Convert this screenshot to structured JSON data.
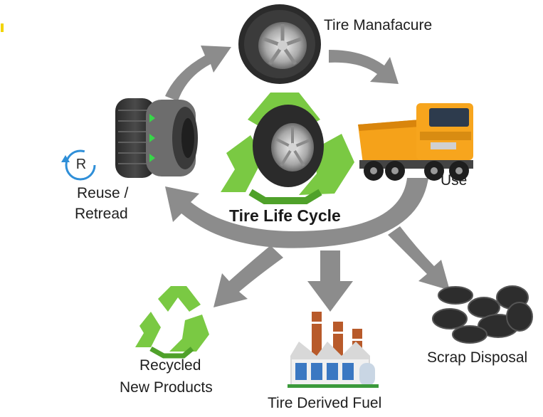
{
  "title": "Tire Life Cycle",
  "stages": {
    "manufacture": "Tire Manafacure",
    "use": "Use",
    "reuse_line1": "Reuse /",
    "reuse_line2": "Retread",
    "recycled_line1": "Recycled",
    "recycled_line2": "New Products",
    "fuel": "Tire Derived Fuel",
    "scrap": "Scrap Disposal"
  },
  "icons": {
    "retread_badge_letter": "R"
  },
  "colors": {
    "arrow_gray": "#8c8c8c",
    "recycle_green": "#7ac943",
    "recycle_green_dark": "#4fa12a",
    "truck_orange": "#f5a21a",
    "badge_blue": "#2f8fd8"
  }
}
